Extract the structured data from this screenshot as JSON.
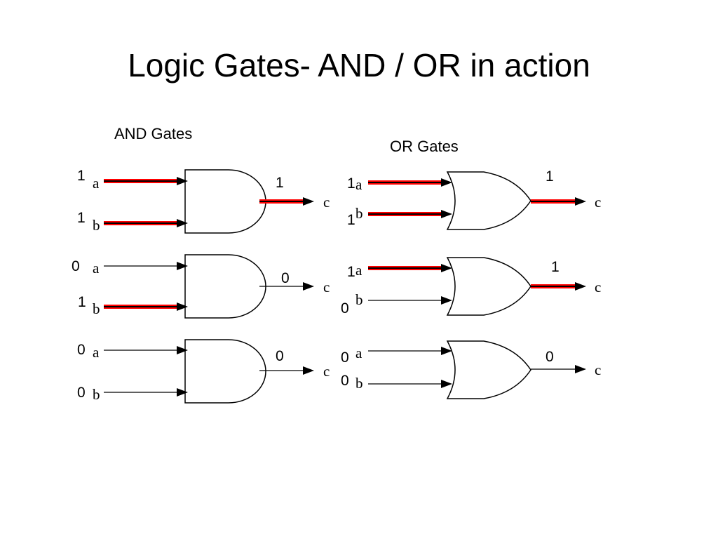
{
  "slide": {
    "title": "Logic Gates- AND / OR in action"
  },
  "colors": {
    "signal_high": "#ff0000",
    "wire": "#000000",
    "background": "#ffffff"
  },
  "and_section": {
    "label": "AND Gates",
    "gates": [
      {
        "inputs": [
          {
            "pin": "a",
            "value": "1",
            "high": true
          },
          {
            "pin": "b",
            "value": "1",
            "high": true
          }
        ],
        "output": {
          "pin": "c",
          "value": "1",
          "high": true
        }
      },
      {
        "inputs": [
          {
            "pin": "a",
            "value": "0",
            "high": false
          },
          {
            "pin": "b",
            "value": "1",
            "high": true
          }
        ],
        "output": {
          "pin": "c",
          "value": "0",
          "high": false
        }
      },
      {
        "inputs": [
          {
            "pin": "a",
            "value": "0",
            "high": false
          },
          {
            "pin": "b",
            "value": "0",
            "high": false
          }
        ],
        "output": {
          "pin": "c",
          "value": "0",
          "high": false
        }
      }
    ]
  },
  "or_section": {
    "label": "OR Gates",
    "gates": [
      {
        "inputs": [
          {
            "pin": "a",
            "value": "1",
            "high": true
          },
          {
            "pin": "b",
            "value": "1",
            "high": true
          }
        ],
        "output": {
          "pin": "c",
          "value": "1",
          "high": true
        }
      },
      {
        "inputs": [
          {
            "pin": "a",
            "value": "1",
            "high": true
          },
          {
            "pin": "b",
            "value": "0",
            "high": false
          }
        ],
        "output": {
          "pin": "c",
          "value": "1",
          "high": true
        }
      },
      {
        "inputs": [
          {
            "pin": "a",
            "value": "0",
            "high": false
          },
          {
            "pin": "b",
            "value": "0",
            "high": false
          }
        ],
        "output": {
          "pin": "c",
          "value": "0",
          "high": false
        }
      }
    ]
  }
}
